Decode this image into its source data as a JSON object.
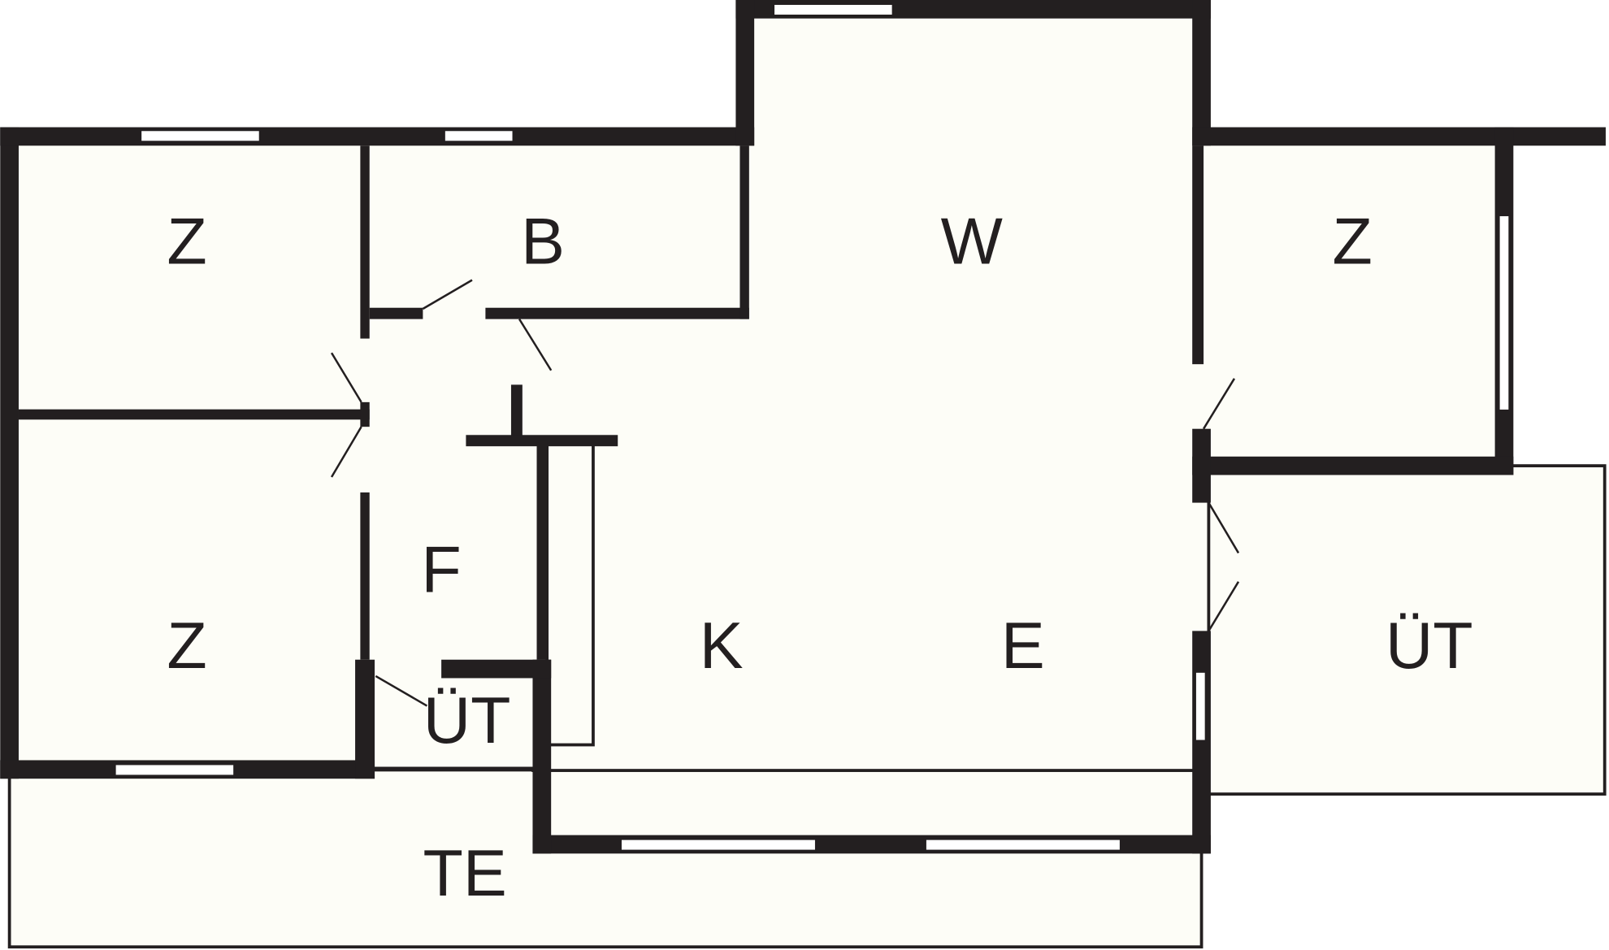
{
  "floor_plan": {
    "rooms": [
      {
        "id": "bedroom-top-left",
        "label": "Z"
      },
      {
        "id": "bathroom",
        "label": "B"
      },
      {
        "id": "living-room",
        "label": "W"
      },
      {
        "id": "bedroom-right",
        "label": "Z"
      },
      {
        "id": "hallway",
        "label": "F"
      },
      {
        "id": "bedroom-bottom-left",
        "label": "Z"
      },
      {
        "id": "storage-small",
        "label": "ÜT"
      },
      {
        "id": "kitchen",
        "label": "K"
      },
      {
        "id": "dining",
        "label": "E"
      },
      {
        "id": "storage-right",
        "label": "ÜT"
      },
      {
        "id": "terrace",
        "label": "TE"
      }
    ],
    "colors": {
      "wall": "#231f20",
      "floor": "#fdfdf7"
    }
  }
}
